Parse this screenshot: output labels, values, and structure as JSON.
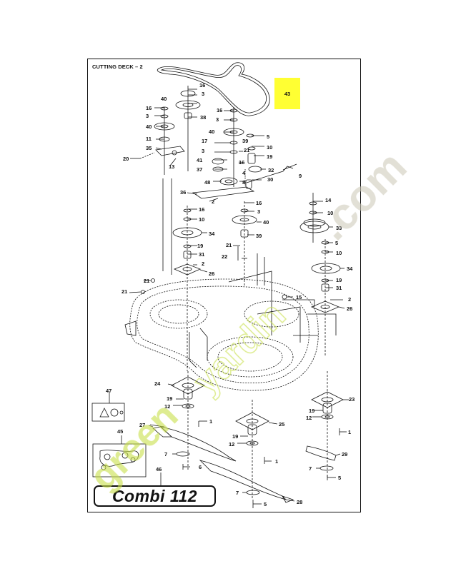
{
  "diagram": {
    "title": "CUTTING DECK – 2",
    "model_label": "Combi 112",
    "highlighted_part": "43",
    "watermark_text": "greenyardin.com",
    "colors": {
      "line": "#111111",
      "highlight": "#ffff33",
      "watermark_green": "#c8e04a",
      "watermark_beige": "#d4d0c0"
    },
    "callouts": [
      {
        "id": "16a",
        "label": "16"
      },
      {
        "id": "3a",
        "label": "3"
      },
      {
        "id": "40a",
        "label": "40"
      },
      {
        "id": "16b",
        "label": "16"
      },
      {
        "id": "3b",
        "label": "3"
      },
      {
        "id": "38",
        "label": "38"
      },
      {
        "id": "40b",
        "label": "40"
      },
      {
        "id": "11",
        "label": "11"
      },
      {
        "id": "35",
        "label": "35"
      },
      {
        "id": "20",
        "label": "20"
      },
      {
        "id": "13",
        "label": "13"
      },
      {
        "id": "16c",
        "label": "16"
      },
      {
        "id": "3c",
        "label": "3"
      },
      {
        "id": "40c",
        "label": "40"
      },
      {
        "id": "17",
        "label": "17"
      },
      {
        "id": "3d",
        "label": "3"
      },
      {
        "id": "41",
        "label": "41"
      },
      {
        "id": "37",
        "label": "37"
      },
      {
        "id": "48",
        "label": "48"
      },
      {
        "id": "39a",
        "label": "39"
      },
      {
        "id": "21a",
        "label": "21"
      },
      {
        "id": "16d",
        "label": "16"
      },
      {
        "id": "4",
        "label": "4"
      },
      {
        "id": "8",
        "label": "8"
      },
      {
        "id": "5a",
        "label": "5"
      },
      {
        "id": "10a",
        "label": "10"
      },
      {
        "id": "19a",
        "label": "19"
      },
      {
        "id": "32",
        "label": "32"
      },
      {
        "id": "30",
        "label": "30"
      },
      {
        "id": "9",
        "label": "9"
      },
      {
        "id": "36",
        "label": "36"
      },
      {
        "id": "2a",
        "label": "2"
      },
      {
        "id": "14",
        "label": "14"
      },
      {
        "id": "10b",
        "label": "10"
      },
      {
        "id": "16e",
        "label": "16"
      },
      {
        "id": "10c",
        "label": "10"
      },
      {
        "id": "34a",
        "label": "34"
      },
      {
        "id": "19b",
        "label": "19"
      },
      {
        "id": "31a",
        "label": "31"
      },
      {
        "id": "2b",
        "label": "2"
      },
      {
        "id": "26a",
        "label": "26"
      },
      {
        "id": "21b",
        "label": "21"
      },
      {
        "id": "21c",
        "label": "21"
      },
      {
        "id": "16f",
        "label": "16"
      },
      {
        "id": "3e",
        "label": "3"
      },
      {
        "id": "40d",
        "label": "40"
      },
      {
        "id": "39b",
        "label": "39"
      },
      {
        "id": "21d",
        "label": "21"
      },
      {
        "id": "22",
        "label": "22"
      },
      {
        "id": "33",
        "label": "33"
      },
      {
        "id": "5b",
        "label": "5"
      },
      {
        "id": "10d",
        "label": "10"
      },
      {
        "id": "34b",
        "label": "34"
      },
      {
        "id": "19c",
        "label": "19"
      },
      {
        "id": "31b",
        "label": "31"
      },
      {
        "id": "15",
        "label": "15"
      },
      {
        "id": "2c",
        "label": "2"
      },
      {
        "id": "26b",
        "label": "26"
      },
      {
        "id": "47",
        "label": "47"
      },
      {
        "id": "24",
        "label": "24"
      },
      {
        "id": "19d",
        "label": "19"
      },
      {
        "id": "12a",
        "label": "12"
      },
      {
        "id": "1a",
        "label": "1"
      },
      {
        "id": "27",
        "label": "27"
      },
      {
        "id": "45",
        "label": "45"
      },
      {
        "id": "7a",
        "label": "7"
      },
      {
        "id": "6",
        "label": "6"
      },
      {
        "id": "46",
        "label": "46"
      },
      {
        "id": "25",
        "label": "25"
      },
      {
        "id": "19e",
        "label": "19"
      },
      {
        "id": "12b",
        "label": "12"
      },
      {
        "id": "1b",
        "label": "1"
      },
      {
        "id": "23",
        "label": "23"
      },
      {
        "id": "19f",
        "label": "19"
      },
      {
        "id": "12c",
        "label": "12"
      },
      {
        "id": "1c",
        "label": "1"
      },
      {
        "id": "29",
        "label": "29"
      },
      {
        "id": "7b",
        "label": "7"
      },
      {
        "id": "5c",
        "label": "5"
      },
      {
        "id": "7c",
        "label": "7"
      },
      {
        "id": "5d",
        "label": "5"
      },
      {
        "id": "28",
        "label": "28"
      }
    ]
  }
}
